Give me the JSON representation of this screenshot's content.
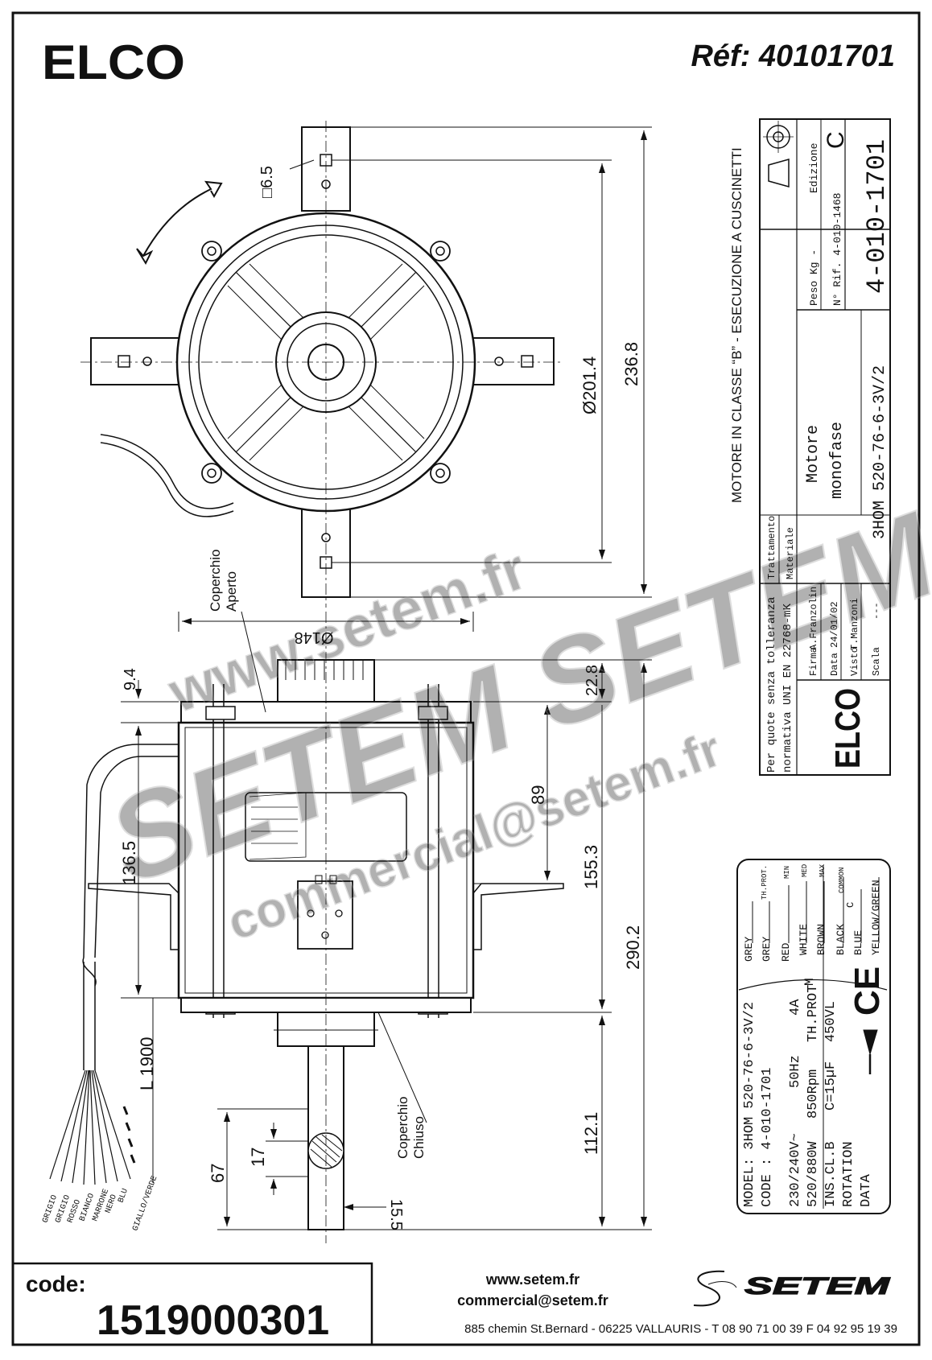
{
  "header": {
    "brand": "ELCO",
    "ref": "Réf: 40101701"
  },
  "top_view": {
    "rotation_note": "MOTORE IN CLASSE “B” - ESECUZIONE A CUSCINETTI",
    "dim_square": "□6.5",
    "dim_diameter": "Ø201.4",
    "dim_height": "236.8"
  },
  "side_view": {
    "label_open_cover": [
      "Coperchio",
      "Aperto"
    ],
    "label_closed_cover": [
      "Coperchio",
      "Chiuso"
    ],
    "dim_width": "Ø148",
    "dim_9_4": "9.4",
    "dim_22_8": "22.8",
    "dim_89": "89",
    "dim_136_5": "136.5",
    "dim_155_3": "155.3",
    "dim_290_2": "290.2",
    "dim_112_1": "112.1",
    "dim_67": "67",
    "dim_17": "17",
    "dim_15_5": "15.5",
    "dim_cable": "L 1900"
  },
  "wires": [
    "GRIGIO",
    "GRIGIO",
    "ROSSO",
    "BIANCO",
    "MARRONE",
    "NERO",
    "BLU",
    "GIALLO/VERDE"
  ],
  "title_block": {
    "edition_label": "Edizione",
    "edition": "C",
    "drawing_number": "4-010-1701",
    "weight_label": "Peso Kg -",
    "ref_label": "N° Rif. 4-010-1468",
    "treatment_label": "Trattamento",
    "material_label": "Materiale",
    "desc_line1": "Motore",
    "desc_line2": "monofase",
    "desc_line3": "3HOM 520-76-6-3V/2",
    "tolerance_line1": "Per quote senza tolleranza",
    "tolerance_line2": "normativa UNI EN 22768-mK",
    "signature_label": "Firma",
    "signature": "A.Franzolin",
    "date_label": "Data",
    "date": "24/01/02",
    "checked_label": "Visto",
    "checked": "T.Manzoni",
    "scale_label": "Scala",
    "scale": "---",
    "logo": "ELCO"
  },
  "nameplate": {
    "model": "MODEL: 3HOM 520-76-6-3V/2",
    "code": "CODE : 4-010-1701",
    "row1_a": "230/240V~",
    "row1_b": "50Hz",
    "row1_c": "4A",
    "row2_a": "520/880W",
    "row2_b": "850Rpm",
    "row2_c": "TH.PROT",
    "row3_a": "INS.CL.B",
    "row3_b": "C=15µF",
    "row3_c": "450VL",
    "row4": "ROTATION",
    "row5": "DATA",
    "wire_colors": [
      "GREY",
      "GREY",
      "RED",
      "WHITE",
      "BROWN",
      "BLACK",
      "BLUE",
      "YELLOW/GREEN"
    ],
    "terminal_labels": [
      "TH.PROT.",
      "MIN",
      "MED",
      "MAX",
      "COMMON"
    ],
    "motor_symbol": "M",
    "cap_symbol": "C",
    "ce": "CE"
  },
  "watermark": {
    "line1": "www.setem.fr",
    "line2": "SETEM SETEM",
    "line3": "commercial@setem.fr"
  },
  "footer": {
    "code_label": "code:",
    "code_value": "1519000301",
    "web": "www.setem.fr",
    "email": "commercial@setem.fr",
    "address": "885 chemin St.Bernard  -  06225 VALLAURIS  -  T 08 90 71 00 39   F 04 92 95 19 39",
    "brand": "SETEM"
  }
}
